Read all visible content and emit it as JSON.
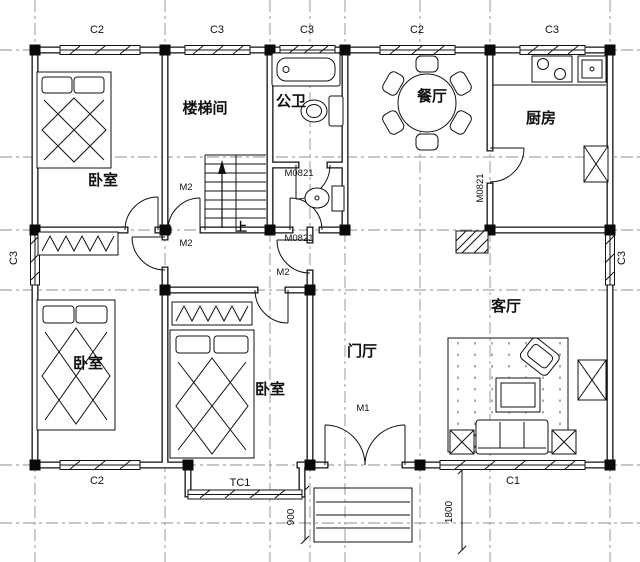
{
  "drawing": {
    "rooms": {
      "bedroom1": "卧室",
      "bedroom2": "卧室",
      "bedroom3": "卧室",
      "stairwell": "楼梯间",
      "bathroom": "公卫",
      "dining": "餐厅",
      "kitchen": "厨房",
      "foyer": "门厅",
      "living": "客厅"
    },
    "axis": {
      "c2": "C2",
      "c3": "C3",
      "c1": "C1",
      "tc1": "TC1"
    },
    "openings": {
      "m1": "M1",
      "m2": "M2",
      "m0821": "M0821"
    },
    "ann": {
      "up": "上",
      "dim900": "900",
      "dim1800": "1800"
    },
    "colors": {
      "ink": "#111111",
      "grid": "#8f8f8f",
      "paper": "#ffffff"
    }
  }
}
